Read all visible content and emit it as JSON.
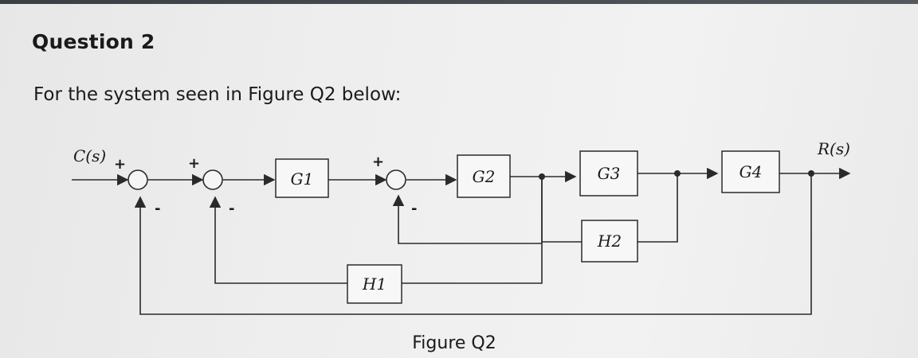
{
  "page": {
    "heading": "Question 2",
    "prompt": "For the system seen in Figure Q2 below:",
    "figure_caption": "Figure Q2"
  },
  "diagram": {
    "input_label": "C(s)",
    "output_label": "R(s)",
    "blocks": {
      "g1": "G1",
      "g2": "G2",
      "g3": "G3",
      "g4": "G4",
      "h1": "H1",
      "h2": "H2"
    },
    "signs": {
      "sum1_plus": "+",
      "sum1_minus": "-",
      "sum2_plus": "+",
      "sum2_minus": "-",
      "sum3_plus": "+",
      "sum3_minus": "-"
    }
  }
}
